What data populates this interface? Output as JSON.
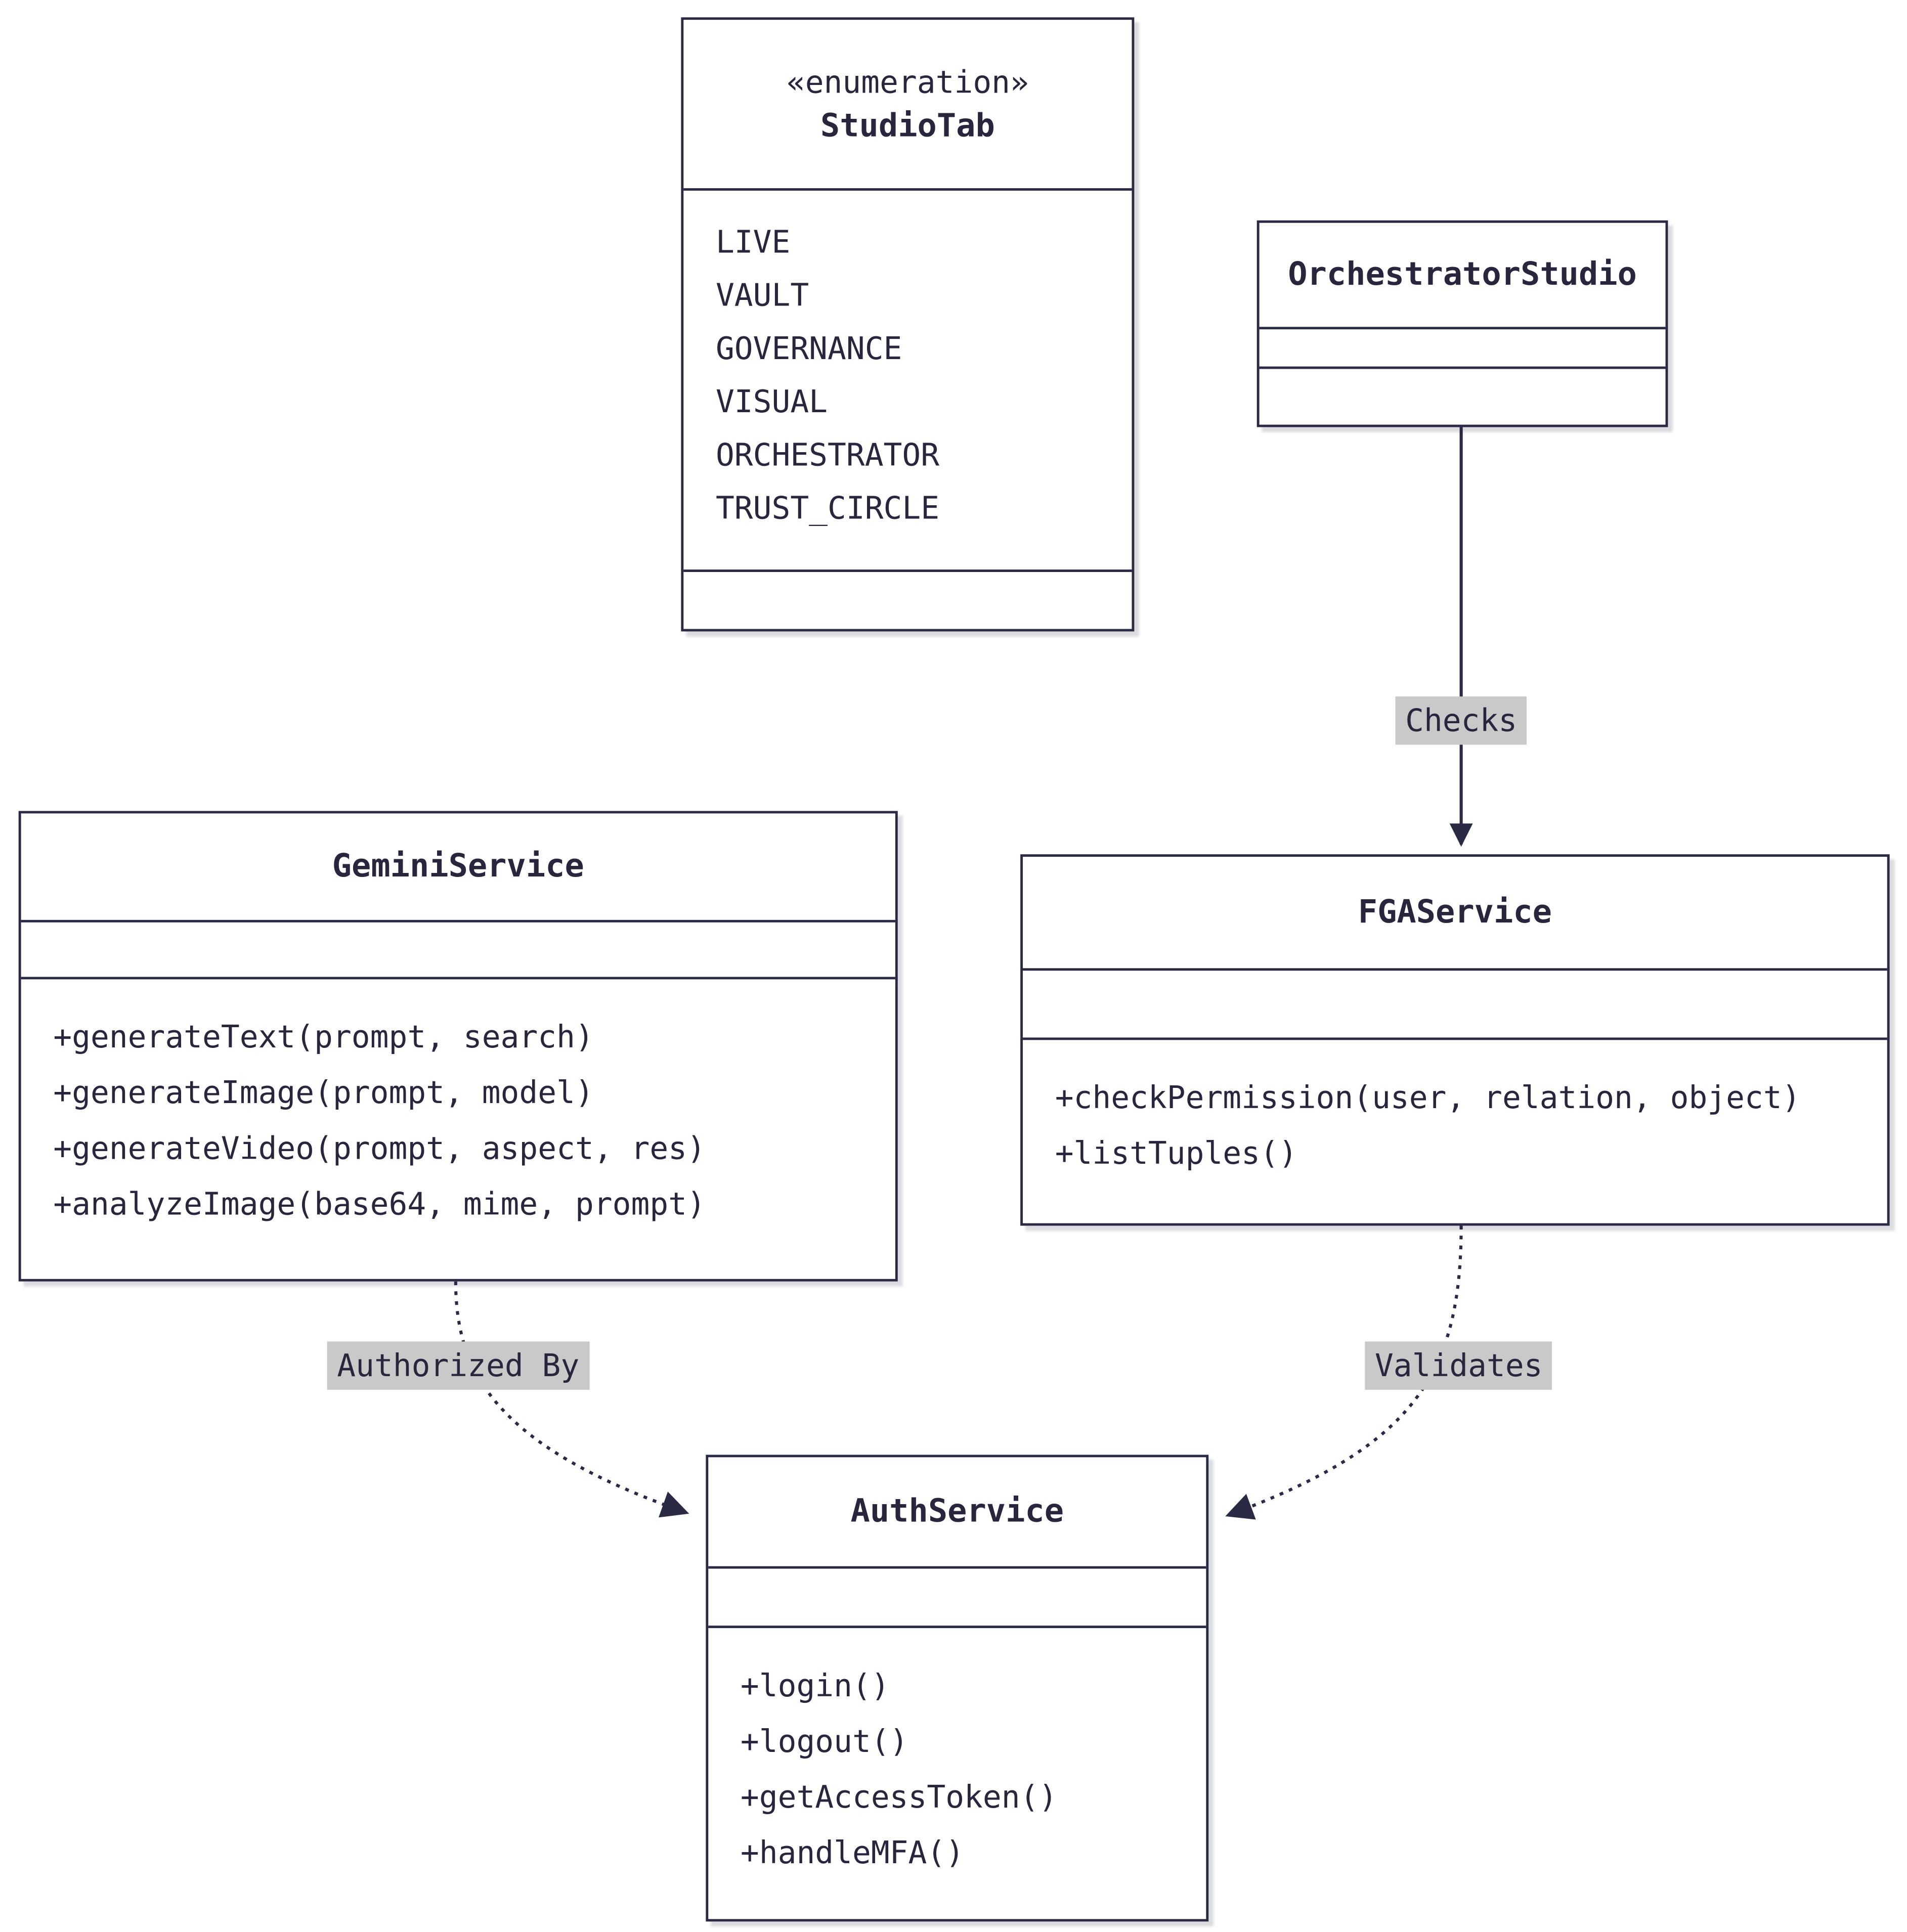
{
  "diagram": {
    "kind": "uml-class-diagram",
    "colors": {
      "stroke": "#2b2a45",
      "text": "#27263c",
      "label_bg": "#c9c9c9",
      "box_fill": "#ffffff",
      "canvas_bg": "#ffffff"
    },
    "enums": {
      "studio_tab": {
        "stereotype": "«enumeration»",
        "name": "StudioTab",
        "values": [
          "LIVE",
          "VAULT",
          "GOVERNANCE",
          "VISUAL",
          "ORCHESTRATOR",
          "TRUST_CIRCLE"
        ]
      }
    },
    "classes": {
      "orchestrator_studio": {
        "name": "OrchestratorStudio",
        "attributes": [],
        "methods": []
      },
      "gemini_service": {
        "name": "GeminiService",
        "attributes": [],
        "methods": [
          "+generateText(prompt, search)",
          "+generateImage(prompt, model)",
          "+generateVideo(prompt, aspect, res)",
          "+analyzeImage(base64, mime, prompt)"
        ]
      },
      "fga_service": {
        "name": "FGAService",
        "attributes": [],
        "methods": [
          "+checkPermission(user, relation, object)",
          "+listTuples()"
        ]
      },
      "auth_service": {
        "name": "AuthService",
        "attributes": [],
        "methods": [
          "+login()",
          "+logout()",
          "+getAccessToken()",
          "+handleMFA()"
        ]
      }
    },
    "relationships": [
      {
        "from": "OrchestratorStudio",
        "to": "FGAService",
        "label": "Checks",
        "style": "solid-arrow"
      },
      {
        "from": "GeminiService",
        "to": "AuthService",
        "label": "Authorized By",
        "style": "dashed-arrow"
      },
      {
        "from": "FGAService",
        "to": "AuthService",
        "label": "Validates",
        "style": "dashed-arrow"
      }
    ]
  }
}
